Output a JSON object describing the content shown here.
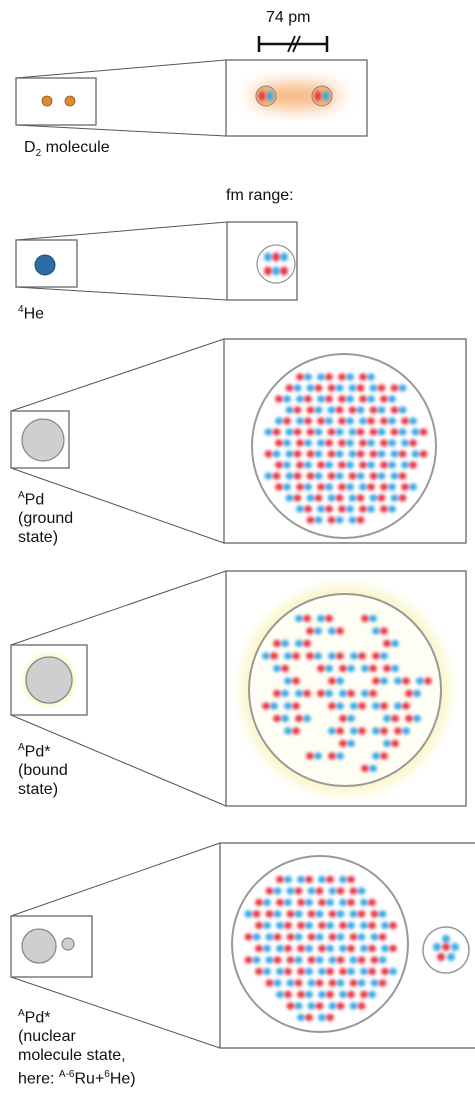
{
  "scale_bar": {
    "label": "74 pm"
  },
  "fm_range_label": "fm range:",
  "panels": [
    {
      "id": "d2",
      "label_main": "D",
      "label_sub": "2",
      "label_rest": " molecule"
    },
    {
      "id": "he4",
      "label_sup": "4",
      "label_main": "He"
    },
    {
      "id": "pd-ground",
      "label_sup": "A",
      "label_main": "Pd",
      "label_lines": [
        "(ground",
        "state)"
      ]
    },
    {
      "id": "pd-bound",
      "label_sup": "A",
      "label_main": "Pd*",
      "label_lines": [
        "(bound",
        "state)"
      ]
    },
    {
      "id": "pd-molecule",
      "label_sup": "A",
      "label_main": "Pd*",
      "label_lines": [
        "(nuclear",
        "molecule state,"
      ],
      "label_here": "here: ",
      "label_ru_sup": "A-6",
      "label_ru": "Ru+",
      "label_he_sup": "6",
      "label_he": "He)"
    }
  ],
  "colors": {
    "proton": "#e8343f",
    "neutron": "#35a9e6",
    "electron": "#e08a2e",
    "halo": "#f7f0a0",
    "nucleus": "#cfcfcf"
  }
}
